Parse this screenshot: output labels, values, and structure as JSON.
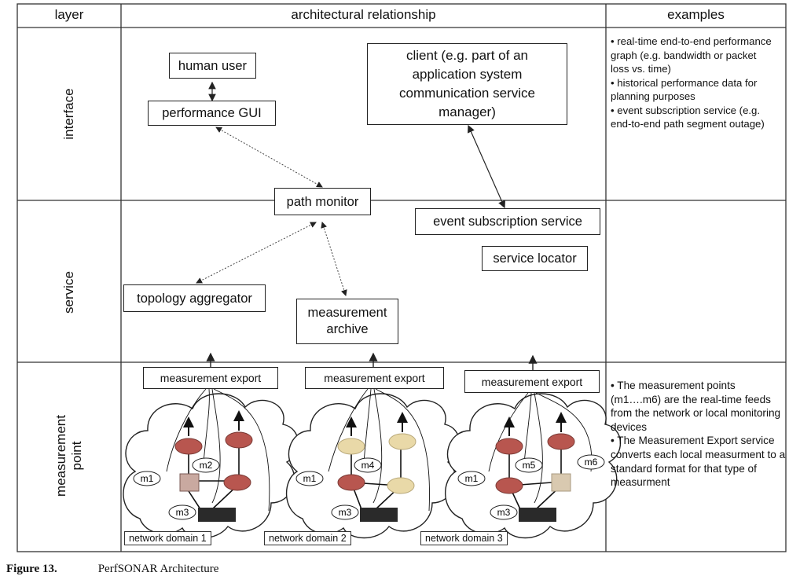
{
  "headers": {
    "layer": "layer",
    "relationship": "architectural relationship",
    "examples": "examples"
  },
  "rows": {
    "interface": "interface",
    "service": "service",
    "measurement_line1": "measurement",
    "measurement_line2": "point"
  },
  "nodes": {
    "human_user": "human user",
    "performance_gui": "performance GUI",
    "client": "client (e.g. part of an application system communication service manager)",
    "path_monitor": "path monitor",
    "event_subscription": "event subscription service",
    "service_locator": "service locator",
    "topology_aggregator": "topology aggregator",
    "measurement_archive": "measurement archive",
    "measurement_export_1": "measurement export",
    "measurement_export_2": "measurement export",
    "measurement_export_3": "measurement export"
  },
  "domains": {
    "d1": "network domain 1",
    "d2": "network domain 2",
    "d3": "network domain 3"
  },
  "measurement_points": [
    "m1",
    "m2",
    "m3",
    "m1",
    "m4",
    "m3",
    "m1",
    "m5",
    "m6",
    "m3"
  ],
  "examples_interface": [
    "• real-time end-to-end performance graph (e.g. bandwidth or packet loss vs. time)",
    "• historical performance data for planning purposes",
    "• event subscription service (e.g. end-to-end path segment outage)"
  ],
  "examples_measurement": [
    "• The measurement points (m1….m6) are the real-time feeds from the network or local monitoring devices",
    "• The Measurement Export service converts each local measurment to a standard format for that type of measurment"
  ],
  "caption": {
    "label": "Figure 13.",
    "title": "PerfSONAR Architecture"
  },
  "colors": {
    "router_red": "#b8564f",
    "router_faded": "#e9d9a8",
    "switch_faded": "#d9c9b0",
    "server": "#2a2a2a"
  }
}
